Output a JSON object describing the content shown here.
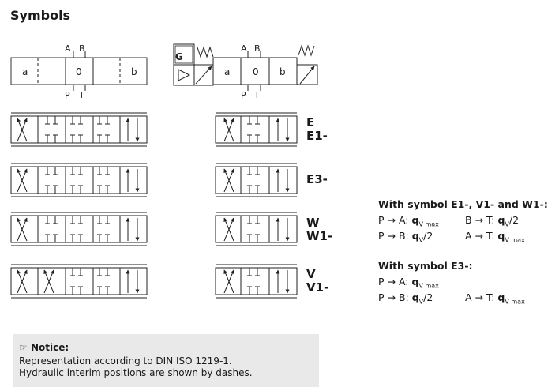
{
  "page_title": "Symbols",
  "diagram": {
    "left_header": {
      "port_top_a": "A",
      "port_top_b": "B",
      "port_bottom_p": "P",
      "port_bottom_t": "T",
      "label_left": "a",
      "label_center": "0",
      "label_right": "b"
    },
    "right_header": {
      "port_top_a": "A",
      "port_top_b": "B",
      "port_bottom_p": "P",
      "port_bottom_t": "T",
      "label_left": "a",
      "label_center": "0",
      "label_right": "b",
      "icon_letter": "G"
    },
    "codes": [
      {
        "line1": "E",
        "line2": "E1-"
      },
      {
        "line1": "E3-",
        "line2": ""
      },
      {
        "line1": "W",
        "line2": "W1-"
      },
      {
        "line1": "V",
        "line2": "V1-"
      }
    ]
  },
  "info": {
    "block1": {
      "heading": "With symbol E1-, V1- and W1-:",
      "r1c1": "P → A: ",
      "r1c1q": "q",
      "r1c1s": "V max",
      "r1c2": "B → T: ",
      "r1c2q": "q",
      "r1c2s": "V",
      "r1c2t": "/2",
      "r2c1": "P → B: ",
      "r2c1q": "q",
      "r2c1s": "V",
      "r2c1t": "/2",
      "r2c2": "A → T: ",
      "r2c2q": "q",
      "r2c2s": "V max"
    },
    "block2": {
      "heading": "With symbol E3-:",
      "r1c1": "P → A: ",
      "r1c1q": "q",
      "r1c1s": "V max",
      "r2c1": "P → B: ",
      "r2c1q": "q",
      "r2c1s": "V",
      "r2c1t": "/2",
      "r2c2": "A → T: ",
      "r2c2q": "q",
      "r2c2s": "V max"
    }
  },
  "notice": {
    "heading": "Notice:",
    "line1": "Representation according to DIN ISO 1219-1.",
    "line2": "Hydraulic interim positions are shown by dashes."
  }
}
